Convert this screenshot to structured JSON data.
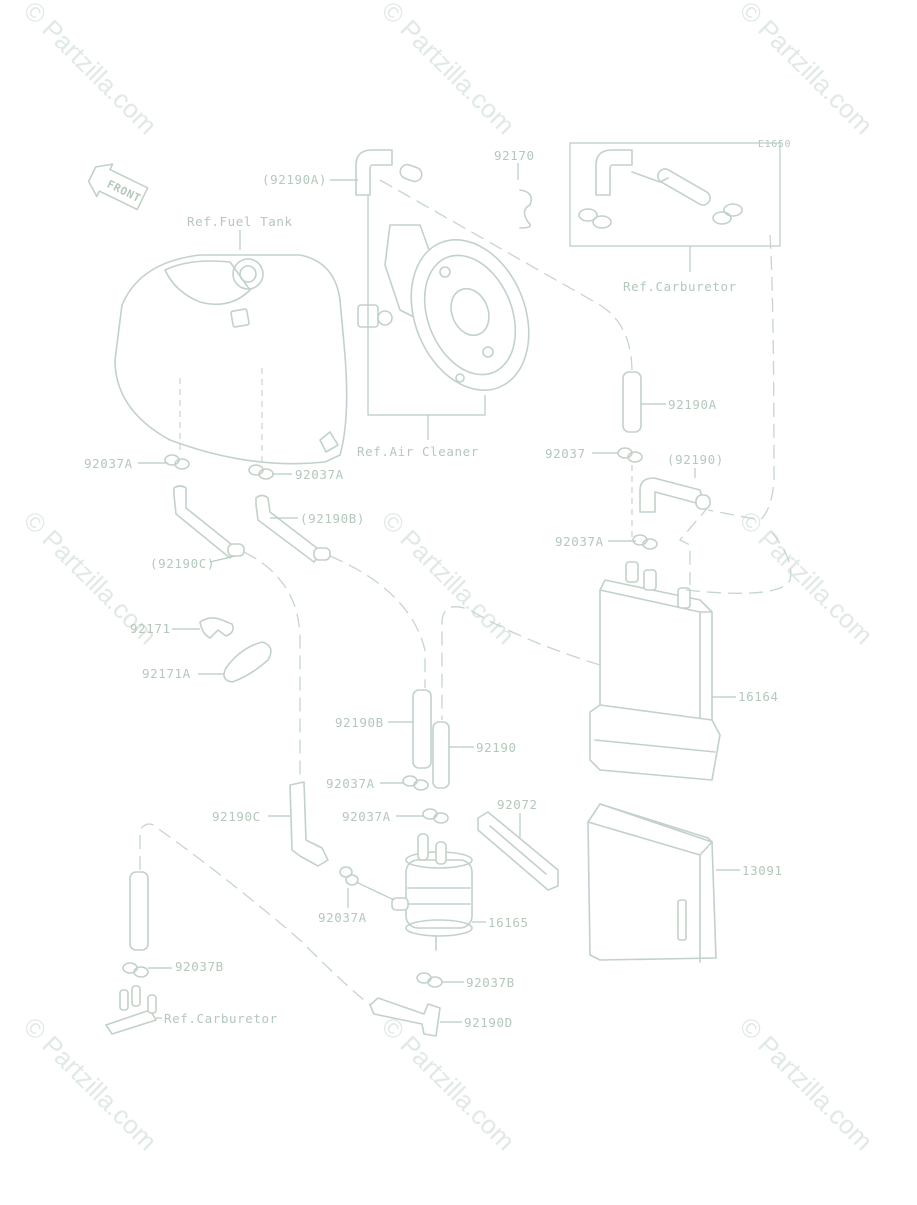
{
  "watermark": "© Partzilla.com",
  "diagram_code": "E1650",
  "front_label": "FRONT",
  "refs": {
    "fuel_tank": "Ref.Fuel Tank",
    "air_cleaner": "Ref.Air Cleaner",
    "carburetor_top": "Ref.Carburetor",
    "carburetor_bottom": "Ref.Carburetor"
  },
  "callouts": {
    "c_92190A_paren": "(92190A)",
    "c_92170": "92170",
    "c_92190A": "92190A",
    "c_92037_top": "92037",
    "c_92190_paren": "(92190)",
    "c_92037A_left": "92037A",
    "c_92037A_mid": "92037A",
    "c_92190B_paren": "(92190B)",
    "c_92190C_paren": "(92190C)",
    "c_92037A_canister": "92037A",
    "c_92171": "92171",
    "c_92171A": "92171A",
    "c_16164": "16164",
    "c_92190B": "92190B",
    "c_92190": "92190",
    "c_92037A_lower1": "92037A",
    "c_92072": "92072",
    "c_92190C": "92190C",
    "c_92037A_lower2": "92037A",
    "c_13091": "13091",
    "c_92037A_filter": "92037A",
    "c_16165": "16165",
    "c_92037B_left": "92037B",
    "c_92037B_right": "92037B",
    "c_92190D": "92190D"
  }
}
